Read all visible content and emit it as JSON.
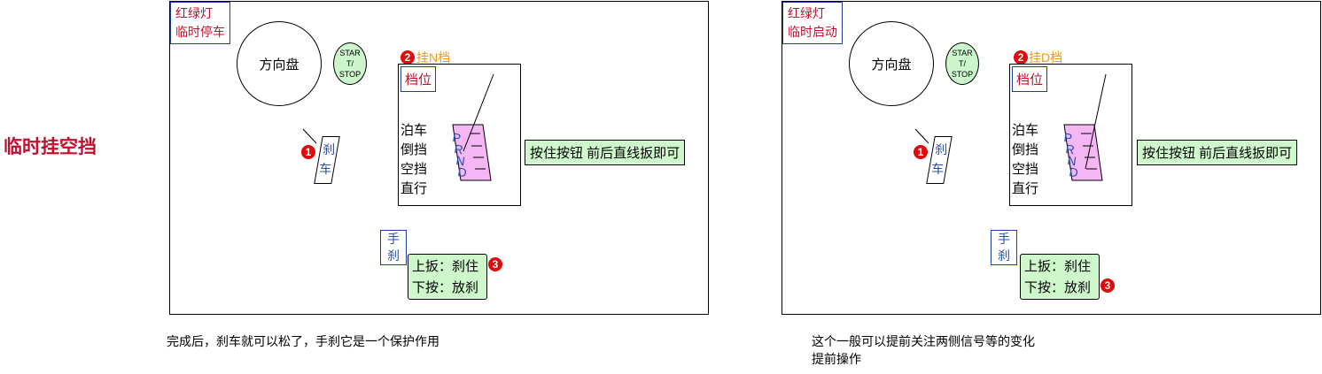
{
  "title": "临时挂空挡",
  "colors": {
    "accent_red": "#c0102e",
    "step_orange": "#f29a11",
    "badge_red": "#e10a0a",
    "green_fill": "#cff7cc",
    "gear_fill": "#f4b7f4",
    "label_blue": "#2b4fa8"
  },
  "panels": [
    {
      "scenario_lines": [
        "红绿灯",
        "临时停车"
      ],
      "steering_wheel": "方向盘",
      "start_stop": [
        "STAR",
        "T/",
        "STOP"
      ],
      "gear_step": {
        "badge": "2",
        "label": "挂N档"
      },
      "gear_box_title": "档位",
      "gear_names": [
        "泊车",
        "倒挡",
        "空挡",
        "直行"
      ],
      "shifter_letters": [
        "P",
        "R",
        "N",
        "D"
      ],
      "gear_hint": "按住按钮  前后直线扳即可",
      "brake": {
        "badge": "1",
        "chars": [
          "刹",
          "车"
        ]
      },
      "handbrake": {
        "chars": [
          "手",
          "刹"
        ],
        "badge": "3",
        "lines": [
          "上扳：刹住",
          "下按：放刹"
        ]
      },
      "caption": [
        "完成后，刹车就可以松了，手刹它是一个保护作用"
      ]
    },
    {
      "scenario_lines": [
        "红绿灯",
        "临时启动"
      ],
      "steering_wheel": "方向盘",
      "start_stop": [
        "STAR",
        "T/",
        "STOP"
      ],
      "gear_step": {
        "badge": "2",
        "label": "挂D档"
      },
      "gear_box_title": "档位",
      "gear_names": [
        "泊车",
        "倒挡",
        "空挡",
        "直行"
      ],
      "shifter_letters": [
        "P",
        "R",
        "N",
        "D"
      ],
      "gear_hint": "按住按钮  前后直线扳即可",
      "brake": {
        "badge": "1",
        "chars": [
          "刹",
          "车"
        ]
      },
      "handbrake": {
        "chars": [
          "手",
          "刹"
        ],
        "badge": "3",
        "lines": [
          "上扳：刹住",
          "下按：放刹"
        ]
      },
      "caption": [
        "这个一般可以提前关注两侧信号等的变化",
        "提前操作"
      ]
    }
  ]
}
